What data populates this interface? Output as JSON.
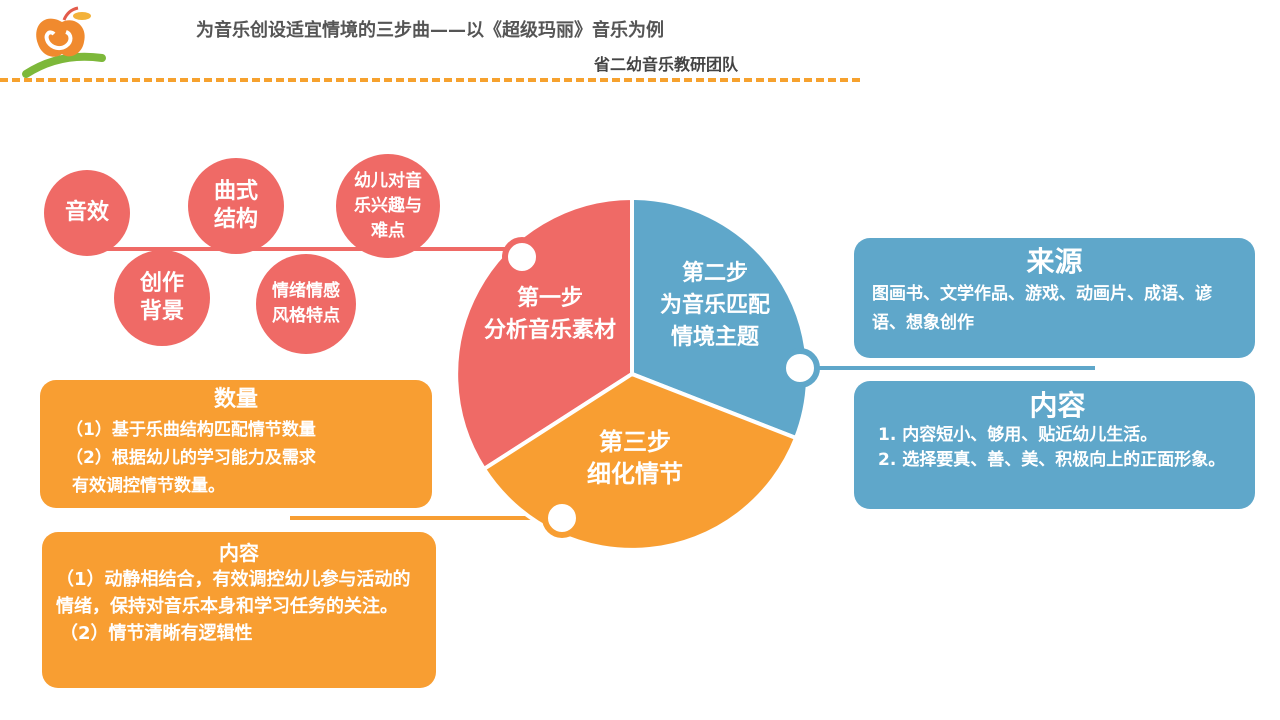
{
  "header": {
    "title": "为音乐创设适宜情境的三步曲——以《超级玛丽》音乐为例",
    "subtitle": "省二幼音乐教研团队"
  },
  "colors": {
    "red": "#EF6A66",
    "blue": "#5FA7CA",
    "orange": "#F89E32",
    "dash": "#F6A12E"
  },
  "icons": {
    "logo": "apple-logo-icon"
  },
  "step1": {
    "label": "第一步",
    "title": "分析音乐素材",
    "circles": {
      "c1": "音效",
      "c2": "曲式结构",
      "c3": "幼儿对音乐兴趣与难点",
      "c4": "创作背景",
      "c5": "情绪情感风格特点"
    }
  },
  "step2": {
    "label": "第二步",
    "title1": "为音乐匹配",
    "title2": "情境主题",
    "source": {
      "heading": "来源",
      "text": "图画书、文学作品、游戏、动画片、成语、谚语、想象创作"
    },
    "content": {
      "heading": "内容",
      "line1": "1. 内容短小、够用、贴近幼儿生活。",
      "line2": "2. 选择要真、善、美、积极向上的正面形象。"
    }
  },
  "step3": {
    "label": "第三步",
    "title": "细化情节",
    "quantity": {
      "heading": "数量",
      "line1": "（1）基于乐曲结构匹配情节数量",
      "line2": "（2）根据幼儿的学习能力及需求",
      "line3": "有效调控情节数量。"
    },
    "content": {
      "heading": "内容",
      "line1": "（1）动静相结合，有效调控幼儿参与活动的情绪，保持对音乐本身和学习任务的关注。",
      "line2": "（2）情节清晰有逻辑性"
    }
  }
}
